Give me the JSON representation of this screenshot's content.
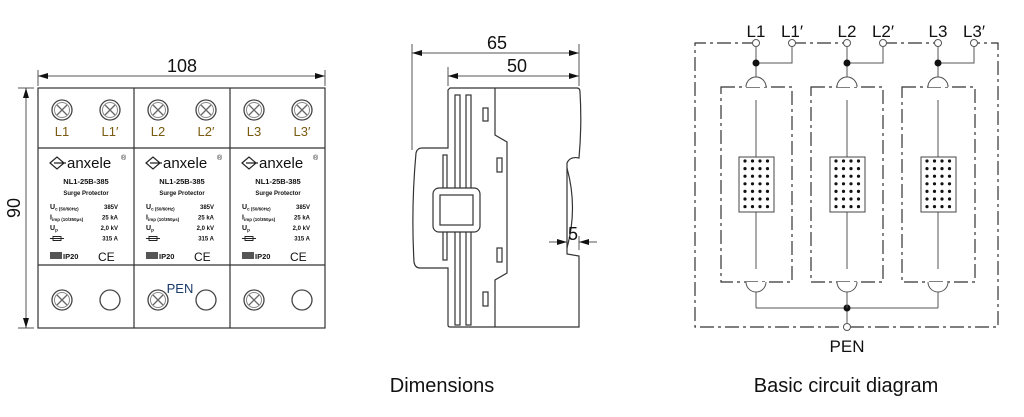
{
  "front_view": {
    "width_dim": "108",
    "height_dim": "90",
    "modules": [
      {
        "top_labels": [
          "L1",
          "L1′"
        ]
      },
      {
        "top_labels": [
          "L2",
          "L2′"
        ]
      },
      {
        "top_labels": [
          "L3",
          "L3′"
        ]
      }
    ],
    "brand": "anxele",
    "registered": "®",
    "model": "NL1-25B-385",
    "product": "Surge Protector",
    "specs": [
      {
        "symbol": "U",
        "sub": "c (50/60Hz)",
        "value": "385V"
      },
      {
        "symbol": "I",
        "sub": "imp (10/350μs)",
        "value": "25 kA"
      },
      {
        "symbol": "U",
        "sub": "p",
        "value": "2,0 kV"
      },
      {
        "symbol": "fuse-icon",
        "sub": "",
        "value": "315 A"
      }
    ],
    "ip_rating": "IP20",
    "ce_mark": "CE",
    "bottom_label": "PEN"
  },
  "side_view": {
    "depth_total": "65",
    "depth_body": "50",
    "rail_offset": "5",
    "caption": "Dimensions"
  },
  "circuit": {
    "terminals": [
      "L1",
      "L1′",
      "L2",
      "L2′",
      "L3",
      "L3′"
    ],
    "ground_terminal": "PEN",
    "caption": "Basic circuit diagram"
  }
}
